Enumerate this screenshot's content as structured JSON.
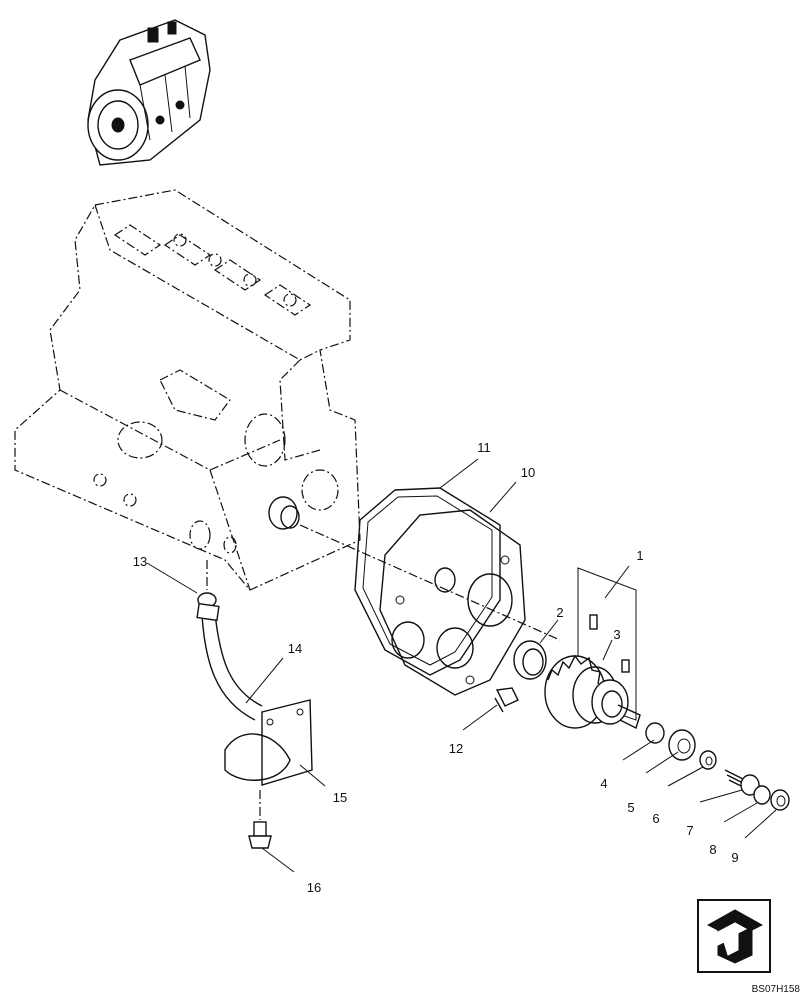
{
  "diagram": {
    "reference_code": "BS07H158",
    "callouts": [
      {
        "id": "1",
        "label": "1"
      },
      {
        "id": "2",
        "label": "2"
      },
      {
        "id": "3",
        "label": "3"
      },
      {
        "id": "4",
        "label": "4"
      },
      {
        "id": "5",
        "label": "5"
      },
      {
        "id": "6",
        "label": "6"
      },
      {
        "id": "7",
        "label": "7"
      },
      {
        "id": "8",
        "label": "8"
      },
      {
        "id": "9",
        "label": "9"
      },
      {
        "id": "10",
        "label": "10"
      },
      {
        "id": "11",
        "label": "11"
      },
      {
        "id": "12",
        "label": "12"
      },
      {
        "id": "13",
        "label": "13"
      },
      {
        "id": "14",
        "label": "14"
      },
      {
        "id": "15",
        "label": "15"
      },
      {
        "id": "16",
        "label": "16"
      }
    ],
    "icons": {
      "engine_thumbnail": "engine-thumbnail-icon",
      "navigation": "return-arrow-icon"
    }
  }
}
